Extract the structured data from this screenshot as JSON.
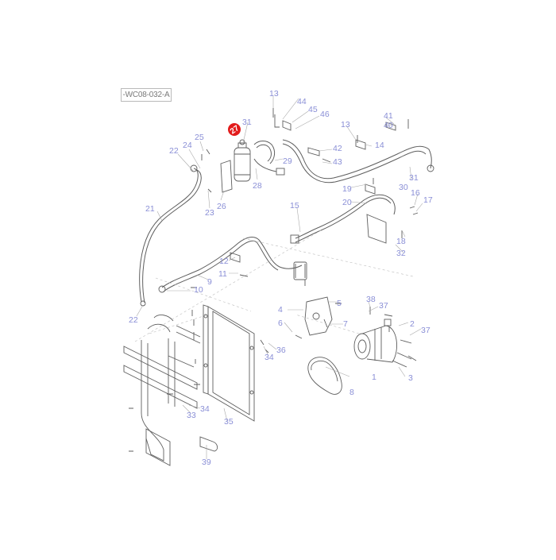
{
  "diagram": {
    "reference_code": "-WC08-032-A",
    "highlight_color": "#e21b1b",
    "label_color": "#8a8fd6",
    "highlighted_label": "27",
    "labels": [
      "13",
      "44",
      "45",
      "46",
      "41",
      "40",
      "13",
      "14",
      "42",
      "43",
      "31",
      "29",
      "28",
      "25",
      "24",
      "22",
      "26",
      "23",
      "21",
      "19",
      "20",
      "30",
      "31",
      "16",
      "17",
      "15",
      "18",
      "32",
      "12",
      "11",
      "9",
      "10",
      "22",
      "4",
      "5",
      "38",
      "37",
      "6",
      "7",
      "2",
      "37",
      "36",
      "34",
      "1",
      "3",
      "8",
      "33",
      "34",
      "35",
      "39"
    ]
  }
}
